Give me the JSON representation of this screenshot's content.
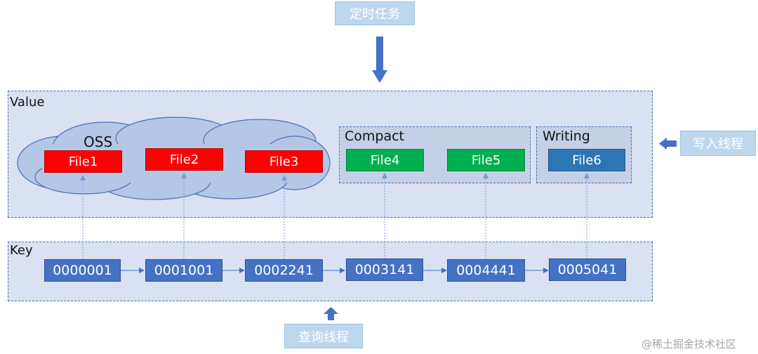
{
  "scheduled_task": {
    "label": "定时任务"
  },
  "value_panel": {
    "label": "Value"
  },
  "key_panel": {
    "label": "Key"
  },
  "oss": {
    "label": "OSS",
    "files": [
      {
        "label": "File1",
        "color": "#ff0000"
      },
      {
        "label": "File2",
        "color": "#ff0000"
      },
      {
        "label": "File3",
        "color": "#ff0000"
      }
    ]
  },
  "compact": {
    "label": "Compact",
    "files": [
      {
        "label": "File4",
        "color": "#00b050"
      },
      {
        "label": "File5",
        "color": "#00b050"
      }
    ]
  },
  "writing": {
    "label": "Writing",
    "files": [
      {
        "label": "File6",
        "color": "#2e75b6"
      }
    ]
  },
  "keys": [
    "0000001",
    "0001001",
    "0002241",
    "0003141",
    "0004441",
    "0005041"
  ],
  "write_thread": {
    "label": "写入线程"
  },
  "query_thread": {
    "label": "查询线程"
  },
  "watermark": "@稀土掘金技术社区",
  "colors": {
    "panel_bg": "#d9e1f2",
    "border": "#4a6fb5",
    "key_box": "#4472c4",
    "side_box": "#bdd7ee"
  }
}
